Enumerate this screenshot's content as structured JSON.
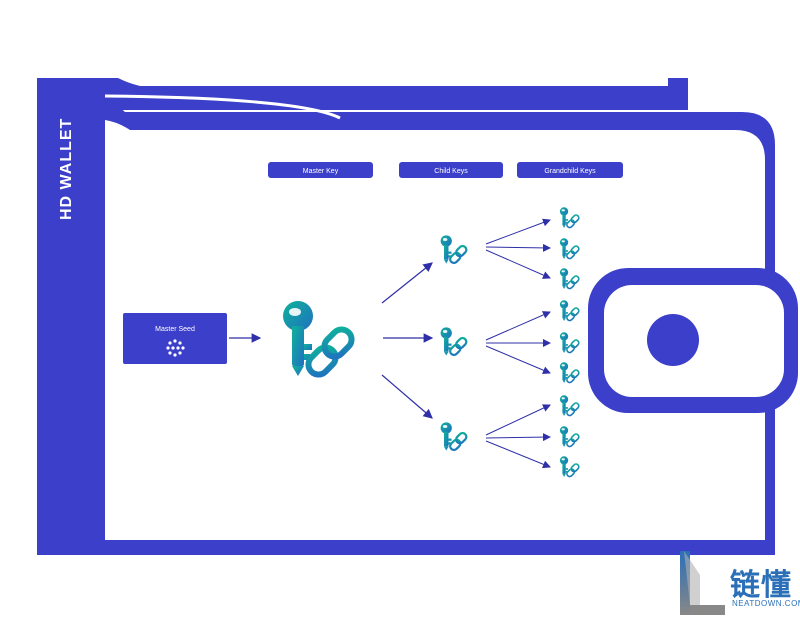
{
  "colors": {
    "wallet": "#3b3fc9",
    "arrow": "#2f2fa8",
    "key_gradient_start": "#0fb39a",
    "key_gradient_end": "#1f6fc0",
    "background": "#ffffff",
    "logo_blue": "#2b6fb8"
  },
  "wallet": {
    "title": "HD WALLET"
  },
  "headers": {
    "master_key": "Master Key",
    "child_keys": "Child Keys",
    "grandchild_keys": "Grandchild Keys"
  },
  "seed": {
    "label": "Master Seed",
    "icon": "seed-dots-icon"
  },
  "master_key": {
    "icon": "key-link-icon"
  },
  "child_keys": [
    {
      "icon": "key-link-icon"
    },
    {
      "icon": "key-link-icon"
    },
    {
      "icon": "key-link-icon"
    }
  ],
  "grandchild_keys": [
    {
      "icon": "key-link-icon"
    },
    {
      "icon": "key-link-icon"
    },
    {
      "icon": "key-link-icon"
    },
    {
      "icon": "key-link-icon"
    },
    {
      "icon": "key-link-icon"
    },
    {
      "icon": "key-link-icon"
    },
    {
      "icon": "key-link-icon"
    },
    {
      "icon": "key-link-icon"
    },
    {
      "icon": "key-link-icon"
    }
  ],
  "watermark": {
    "text": "链懂",
    "sub": "NEATDOWN.COM"
  }
}
